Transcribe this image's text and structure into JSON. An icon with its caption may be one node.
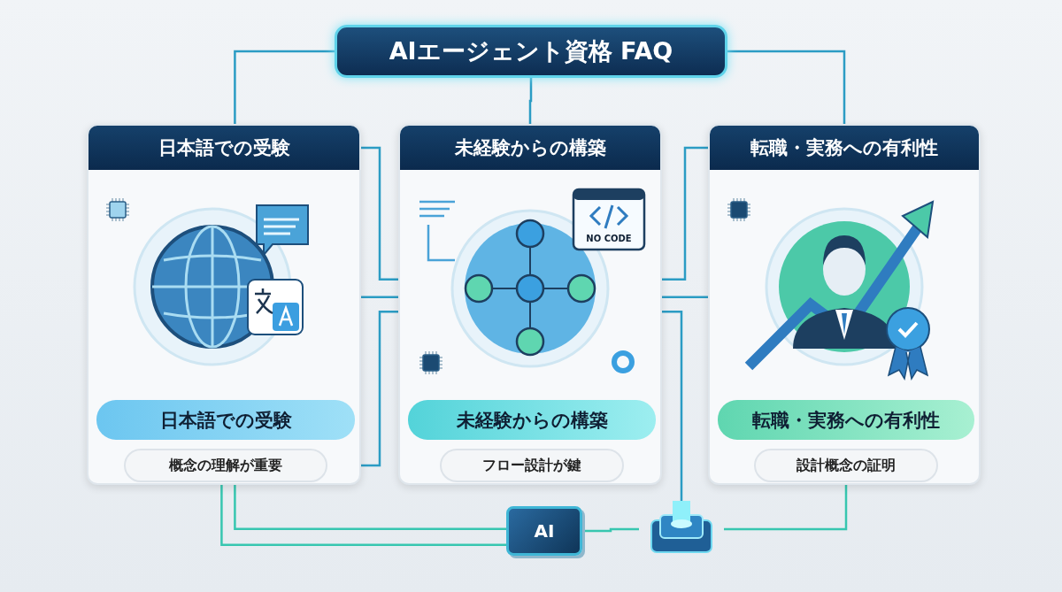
{
  "diagram": {
    "nodes": [
      {
        "text": [
          "AIエージェント資格 FAQ"
        ]
      },
      {
        "text": [],
        "shape": "box"
      },
      {
        "text": [
          "日本語での受験"
        ],
        "in": 1
      },
      {
        "text": [
          "日本語での受験"
        ],
        "in": 1
      },
      {
        "text": [
          "概念の理解が重要"
        ],
        "in": 1
      },
      {
        "text": [],
        "shape": "box"
      },
      {
        "text": [
          "未経験からの構築"
        ],
        "in": 5
      },
      {
        "text": [
          "未経験からの構築"
        ],
        "in": 5
      },
      {
        "text": [
          "フロー設計が鍵"
        ],
        "in": 5
      },
      {
        "text": [],
        "shape": "box"
      },
      {
        "text": [
          "転職・実務への有利性"
        ],
        "in": 9
      },
      {
        "text": [
          "転職・実務への有利性"
        ],
        "in": 9
      },
      {
        "text": [
          "設計概念の証明"
        ],
        "in": 9
      },
      {
        "text": [
          "AI"
        ]
      },
      {
        "text": [],
        "shape": "picture"
      }
    ],
    "edges": [
      {
        "from": 0,
        "to": 1,
        "arrow": "none"
      },
      {
        "from": 0,
        "to": 5,
        "arrow": "none"
      },
      {
        "from": 0,
        "to": 9,
        "arrow": "none"
      },
      {
        "from": 1,
        "to": 5,
        "arrow": "none"
      },
      {
        "from": 2,
        "to": 5,
        "arrow": "none"
      },
      {
        "from": 4,
        "to": 5,
        "arrow": "none"
      },
      {
        "from": 5,
        "to": 9,
        "arrow": "none"
      },
      {
        "from": 5,
        "to": 10,
        "arrow": "none"
      },
      {
        "from": 5,
        "to": 14,
        "arrow": "none"
      },
      {
        "from": 1,
        "to": 13,
        "arrow": "none"
      },
      {
        "from": 4,
        "to": 13,
        "arrow": "none"
      },
      {
        "from": 13,
        "to": 14,
        "arrow": "none"
      },
      {
        "from": 14,
        "to": 12,
        "arrow": "none"
      }
    ],
    "labels": [
      "NO CODE"
    ]
  }
}
